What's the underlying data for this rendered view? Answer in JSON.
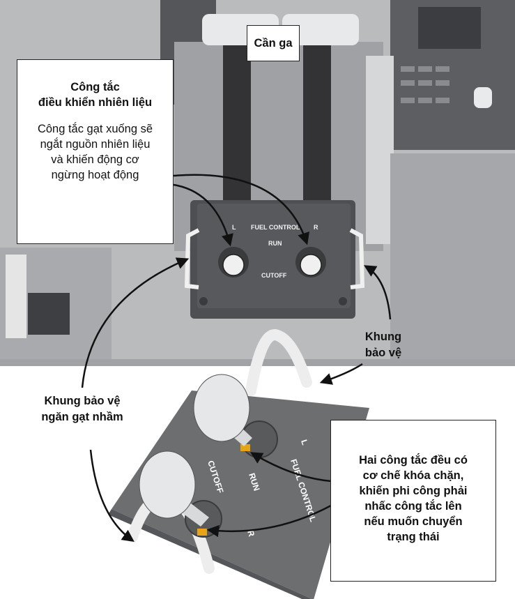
{
  "callouts": {
    "throttle": "Cần ga",
    "fuel_switch_title_line1": "Công tắc",
    "fuel_switch_title_line2": "điều khiển nhiên liệu",
    "fuel_switch_desc_line1": "Công tắc gạt xuống sẽ",
    "fuel_switch_desc_line2": "ngắt nguồn nhiên liệu",
    "fuel_switch_desc_line3": "và khiến động cơ",
    "fuel_switch_desc_line4": "ngừng hoạt động",
    "guard_right_line1": "Khung",
    "guard_right_line2": "bảo vệ",
    "guard_left_line1": "Khung bảo vệ",
    "guard_left_line2": "ngăn gạt nhầm",
    "lock_line1": "Hai công tắc đều có",
    "lock_line2": "cơ chế khóa chặn,",
    "lock_line3": "khiến phi công phải",
    "lock_line4": "nhấc công tắc lên",
    "lock_line5": "nếu muốn chuyển",
    "lock_line6": "trạng thái"
  },
  "panel_labels": {
    "left": "L",
    "title": "FUEL CONTROL",
    "right": "R",
    "run": "RUN",
    "cutoff": "CUTOFF"
  },
  "closeup_labels": {
    "left": "L",
    "title": "FUEL CONTROL",
    "run": "RUN",
    "cutoff": "CUTOFF",
    "right": "R"
  },
  "colors": {
    "cockpit_gray": "#b9bbbd",
    "dark_gray": "#4a4a4c",
    "panel_gray": "#6d6e70",
    "lock_tab": "#e8a317"
  }
}
